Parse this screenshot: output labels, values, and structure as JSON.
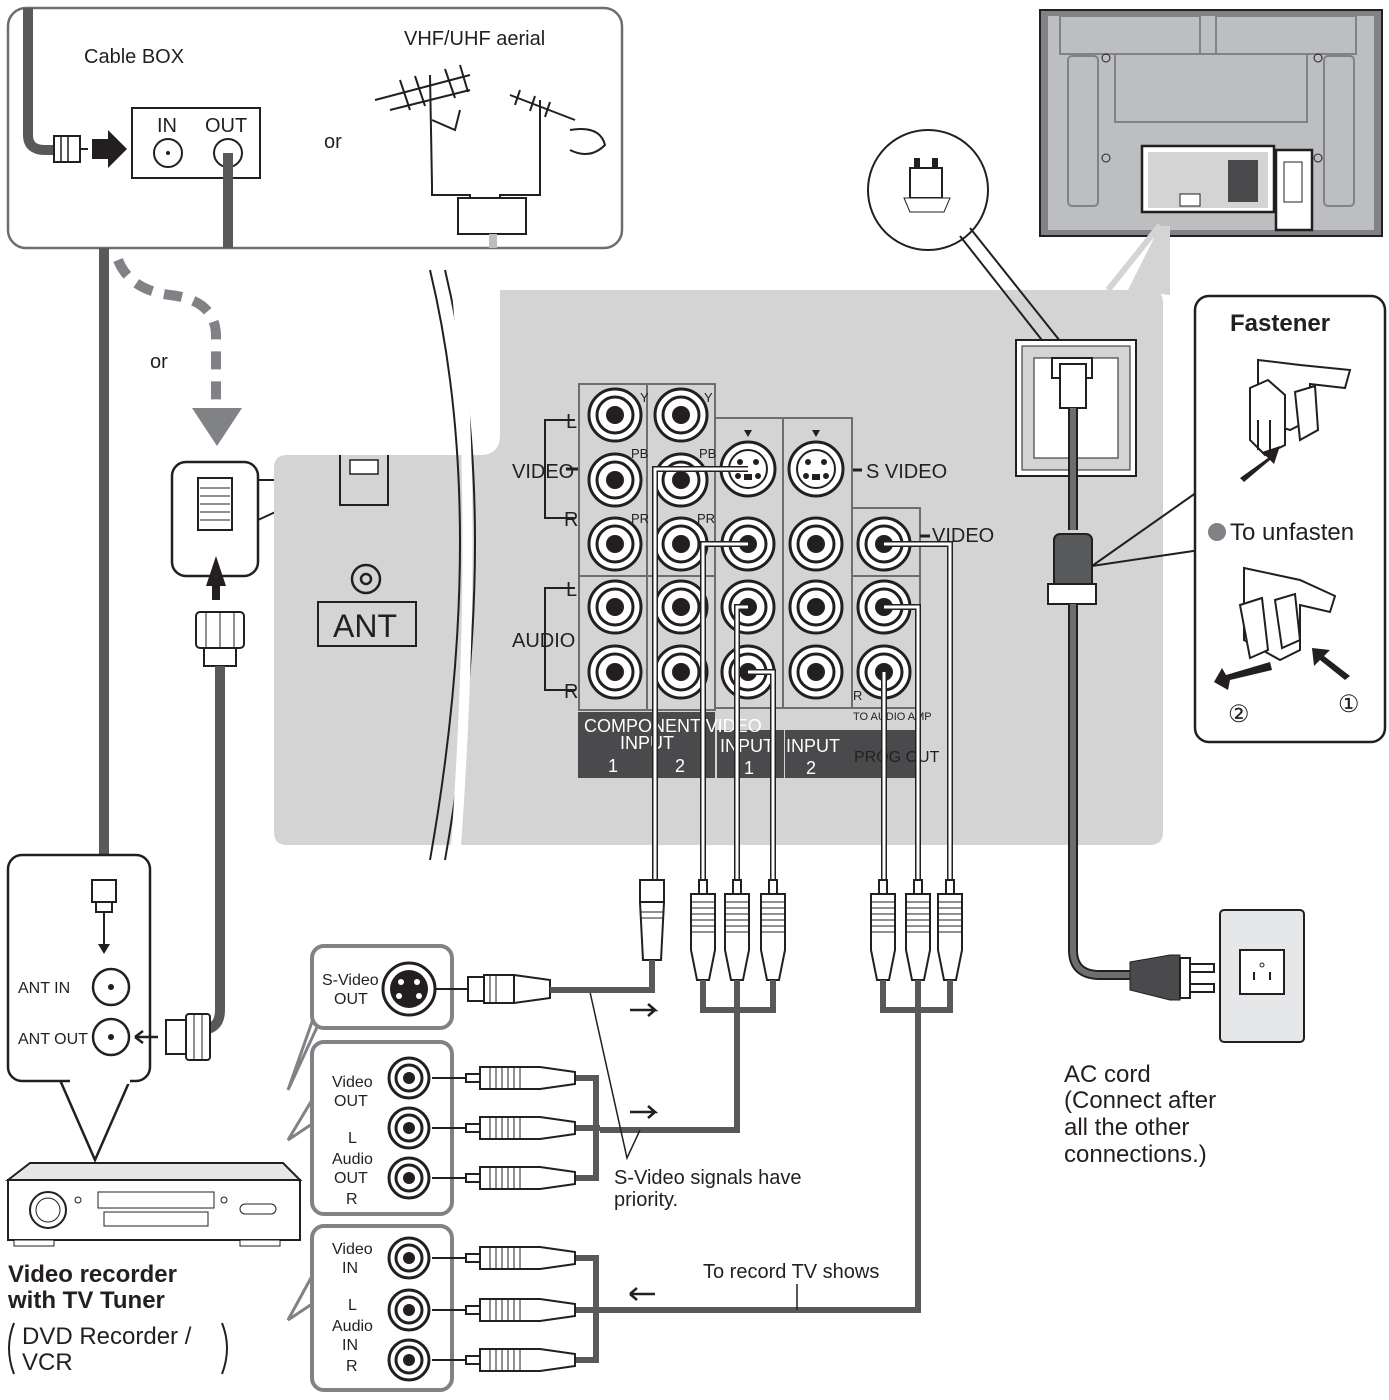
{
  "labels": {
    "cable_box": "Cable BOX",
    "aerial": "VHF/UHF aerial",
    "in": "IN",
    "out": "OUT",
    "or": "or",
    "ant": "ANT",
    "component_video_input": "COMPONENT VIDEO",
    "input_word": "INPUT",
    "num_1": "1",
    "num_2": "2",
    "input_1_label": "INPUT",
    "input_2_label": "INPUT",
    "prog_out": "PROG OUT",
    "video_side": "VIDEO",
    "audio_side": "AUDIO",
    "l": "L",
    "r": "R",
    "y": "Y",
    "pb": "PB",
    "pr": "PR",
    "s_video": "S VIDEO",
    "video": "VIDEO",
    "to_audio_amp": "TO AUDIO AMP",
    "fastener": "Fastener",
    "to_unfasten": "To unfasten",
    "step_1": "①",
    "step_2": "②",
    "ac_cord": [
      "AC cord",
      "(Connect after",
      "all the other",
      "connections.)"
    ],
    "ant_in": "ANT IN",
    "ant_out": "ANT OUT",
    "s_video_out": [
      "S-Video",
      "OUT"
    ],
    "video_out": [
      "Video",
      "OUT"
    ],
    "audio_out": [
      "L",
      "Audio",
      "OUT",
      "R"
    ],
    "video_in": [
      "Video",
      "IN"
    ],
    "audio_in": [
      "L",
      "Audio",
      "IN",
      "R"
    ],
    "priority_note": [
      "S-Video signals have",
      "priority."
    ],
    "record_note": "To record TV shows",
    "recorder_title": [
      "Video recorder",
      "with TV Tuner"
    ],
    "recorder_sub": [
      "DVD Recorder /",
      "VCR"
    ]
  },
  "colors": {
    "panel_bg": "#d4d4d5",
    "dark_label": "#4a4a4c",
    "cable": "#58595b",
    "outline": "#6d6e70",
    "light_gray": "#bcbec0"
  }
}
